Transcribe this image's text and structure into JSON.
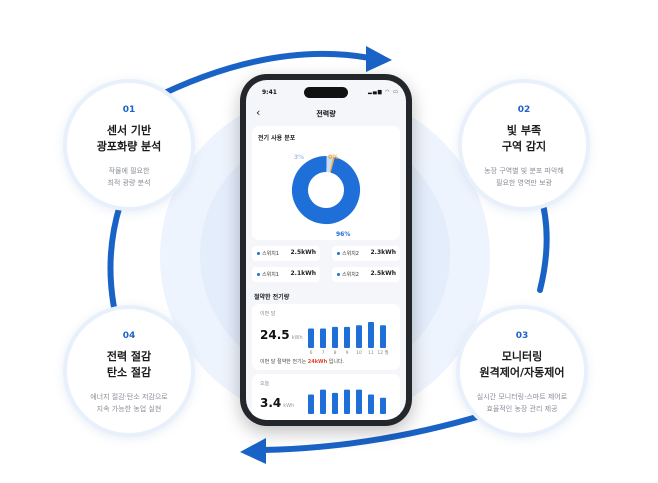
{
  "colors": {
    "accent": "#1f6fd8",
    "arrow": "#1a63c6",
    "highlight": "#e0442d",
    "donut_light": "#c9dcf6",
    "donut_orange": "#f0a23a"
  },
  "nodes": [
    {
      "num": "01",
      "title1": "센서 기반",
      "title2": "광포화량 분석",
      "desc1": "작물에 필요한",
      "desc2": "최적 광량 분석"
    },
    {
      "num": "02",
      "title1": "빛 부족",
      "title2": "구역 감지",
      "desc1": "농장 구역별 빛 분포 파악해",
      "desc2": "필요한 영역만 보광"
    },
    {
      "num": "03",
      "title1": "모니터링",
      "title2": "원격제어/자동제어",
      "desc1": "실시간 모니터링·스마트 제어로",
      "desc2": "효율적인 농장 관리 제공"
    },
    {
      "num": "04",
      "title1": "전력 절감",
      "title2": "탄소 절감",
      "desc1": "에너지 절감·탄소 저감으로",
      "desc2": "지속 가능한 농업 실현"
    }
  ],
  "phone": {
    "status_time": "9:41",
    "status_icons": "▂▄▆ ◠ ▭",
    "back_icon": "‹",
    "nav_title": "전력량",
    "usage_title": "전기 사용 분포",
    "donut": {
      "main_pct": 96,
      "light_pct": 3,
      "orange_pct": 1,
      "label_main": "96%",
      "label_light": "3%",
      "label_orange": "0%"
    },
    "switches": [
      {
        "name": "스위치1",
        "value": "2.5kWh"
      },
      {
        "name": "스위치2",
        "value": "2.3kWh"
      },
      {
        "name": "스위치1",
        "value": "2.1kWh"
      },
      {
        "name": "스위치2",
        "value": "2.5kWh"
      }
    ],
    "saved_title": "절약한 전기량",
    "month": {
      "label": "이번 달",
      "value": "24.5",
      "unit": "kWh",
      "note_pre": "이번 달 절약한 전기는 ",
      "note_hl": "24kWh",
      "note_post": " 입니다.",
      "chart_data": {
        "type": "bar",
        "categories": [
          "6",
          "7",
          "8",
          "9",
          "10",
          "11",
          "12 월"
        ],
        "values": [
          6,
          6,
          6.5,
          6.5,
          7,
          8,
          7
        ]
      }
    },
    "today": {
      "label": "오늘",
      "value": "3.4",
      "unit": "kWh",
      "chart_data": {
        "type": "bar",
        "categories": [
          "",
          "",
          "",
          "",
          "",
          "",
          ""
        ],
        "values": [
          6,
          7.5,
          6.5,
          7.5,
          7.5,
          6,
          5
        ]
      }
    }
  }
}
